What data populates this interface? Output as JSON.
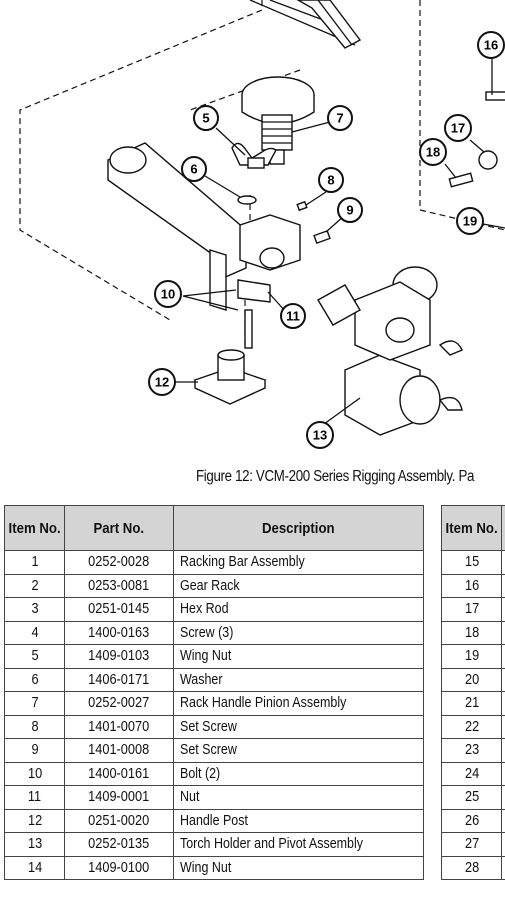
{
  "figure": {
    "caption": "Figure 12: VCM-200 Series Rigging Assembly. Pa",
    "callouts": [
      "5",
      "6",
      "7",
      "8",
      "9",
      "10",
      "11",
      "12",
      "13",
      "16",
      "17",
      "18",
      "19"
    ]
  },
  "table_left": {
    "headers": [
      "Item No.",
      "Part No.",
      "Description"
    ],
    "rows": [
      {
        "item": "1",
        "part": "0252-0028",
        "desc": "Racking Bar Assembly"
      },
      {
        "item": "2",
        "part": "0253-0081",
        "desc": "Gear Rack"
      },
      {
        "item": "3",
        "part": "0251-0145",
        "desc": "Hex Rod"
      },
      {
        "item": "4",
        "part": "1400-0163",
        "desc": "Screw (3)"
      },
      {
        "item": "5",
        "part": "1409-0103",
        "desc": "Wing Nut"
      },
      {
        "item": "6",
        "part": "1406-0171",
        "desc": "Washer"
      },
      {
        "item": "7",
        "part": "0252-0027",
        "desc": "Rack Handle Pinion Assembly"
      },
      {
        "item": "8",
        "part": "1401-0070",
        "desc": "Set Screw"
      },
      {
        "item": "9",
        "part": "1401-0008",
        "desc": "Set Screw"
      },
      {
        "item": "10",
        "part": "1400-0161",
        "desc": "Bolt (2)"
      },
      {
        "item": "11",
        "part": "1409-0001",
        "desc": "Nut"
      },
      {
        "item": "12",
        "part": "0251-0020",
        "desc": "Handle Post"
      },
      {
        "item": "13",
        "part": "0252-0135",
        "desc": "Torch Holder and Pivot Assembly"
      },
      {
        "item": "14",
        "part": "1409-0100",
        "desc": "Wing Nut"
      }
    ]
  },
  "table_right": {
    "header": "Item No.",
    "items": [
      "15",
      "16",
      "17",
      "18",
      "19",
      "20",
      "21",
      "22",
      "23",
      "24",
      "25",
      "26",
      "27",
      "28"
    ]
  }
}
